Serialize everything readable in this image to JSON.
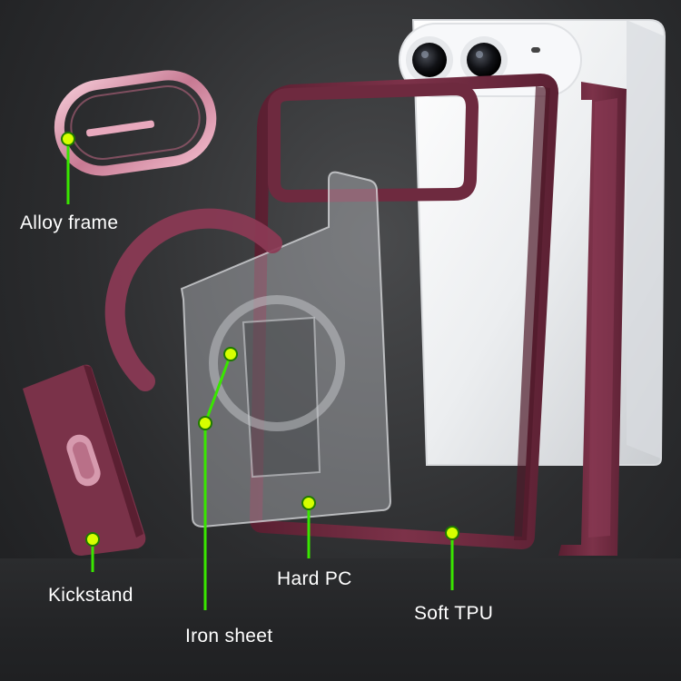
{
  "labels": {
    "alloy_frame": "Alloy frame",
    "kickstand": "Kickstand",
    "iron_sheet": "Iron sheet",
    "hard_pc": "Hard PC",
    "soft_tpu": "Soft TPU"
  },
  "colors": {
    "case_burgundy": "#6e2a3f",
    "alloy_pink": "#d79aae",
    "callout_line": "#39e600",
    "callout_dot": "#d6ff00",
    "phone_white": "#f2f2f4"
  }
}
